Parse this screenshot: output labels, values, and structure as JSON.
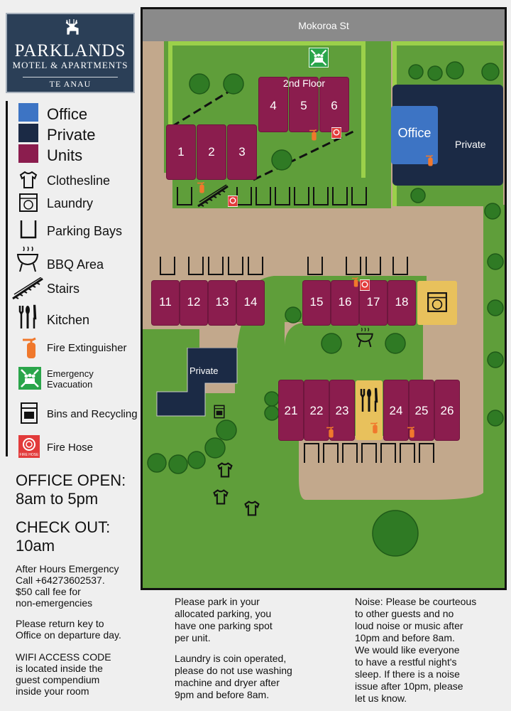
{
  "logo": {
    "name": "PARKLANDS",
    "subtitle": "MOTEL & APARTMENTS",
    "location": "TE ANAU"
  },
  "legend": [
    {
      "label": "Office",
      "icon": "office-swatch",
      "color": "#3d74c4"
    },
    {
      "label": "Private",
      "icon": "private-swatch",
      "color": "#1b2a45"
    },
    {
      "label": "Units",
      "icon": "units-swatch",
      "color": "#8b1d4e"
    },
    {
      "label": "Clothesline",
      "icon": "clothesline-icon"
    },
    {
      "label": "Laundry",
      "icon": "laundry-icon"
    },
    {
      "label": "Parking Bays",
      "icon": "parking-bay-icon"
    },
    {
      "label": "BBQ Area",
      "icon": "bbq-icon"
    },
    {
      "label": "Stairs",
      "icon": "stairs-icon"
    },
    {
      "label": "Kitchen",
      "icon": "kitchen-icon"
    },
    {
      "label": "Fire Extinguisher",
      "icon": "fire-extinguisher-icon"
    },
    {
      "label": "Emergency\nEvacuation",
      "icon": "emergency-evacuation-icon"
    },
    {
      "label": "Bins and Recycling",
      "icon": "bins-icon"
    },
    {
      "label": "Fire Hose",
      "icon": "fire-hose-icon",
      "icon_text": "FIRE HOSE"
    }
  ],
  "info": {
    "office_open_title": "OFFICE OPEN:",
    "office_open_hours": "8am to 5pm",
    "checkout_title": "CHECK OUT:",
    "checkout_time": "10am",
    "emergency": [
      "After Hours Emergency",
      "Call +64273602537.",
      "$50 call fee for",
      "non-emergencies"
    ],
    "return_key": [
      "Please return key to",
      "Office on departure day."
    ],
    "wifi": [
      "WIFI ACCESS CODE",
      "is located inside the",
      "guest compendium",
      "inside your room"
    ]
  },
  "notes": {
    "parking": [
      "Please park in your",
      "allocated parking, you",
      "have one parking spot",
      "per unit."
    ],
    "laundry": [
      "Laundry is coin operated,",
      "please do not use washing",
      "machine and dryer after",
      "9pm and before 8am."
    ],
    "noise": [
      "Noise: Please be courteous",
      "to other guests and no",
      "loud noise or music after",
      "10pm and before 8am.",
      "We would like everyone",
      "to have a restful night's",
      "sleep. If there is a noise",
      "issue after 10pm, please",
      "let us know."
    ]
  },
  "map": {
    "street": "Mokoroa St",
    "second_floor": "2nd Floor",
    "office_label": "Office",
    "private_label": "Private",
    "private_label_2": "Private",
    "units": [
      "1",
      "2",
      "3",
      "4",
      "5",
      "6",
      "11",
      "12",
      "13",
      "14",
      "15",
      "16",
      "17",
      "18",
      "21",
      "22",
      "23",
      "24",
      "25",
      "26"
    ]
  },
  "colors": {
    "grass": "#5f9e3a",
    "path": "#c2a88c",
    "unit": "#8b1d4e",
    "office": "#3d74c4",
    "private": "#1b2a45",
    "laundry": "#e8c15c"
  }
}
